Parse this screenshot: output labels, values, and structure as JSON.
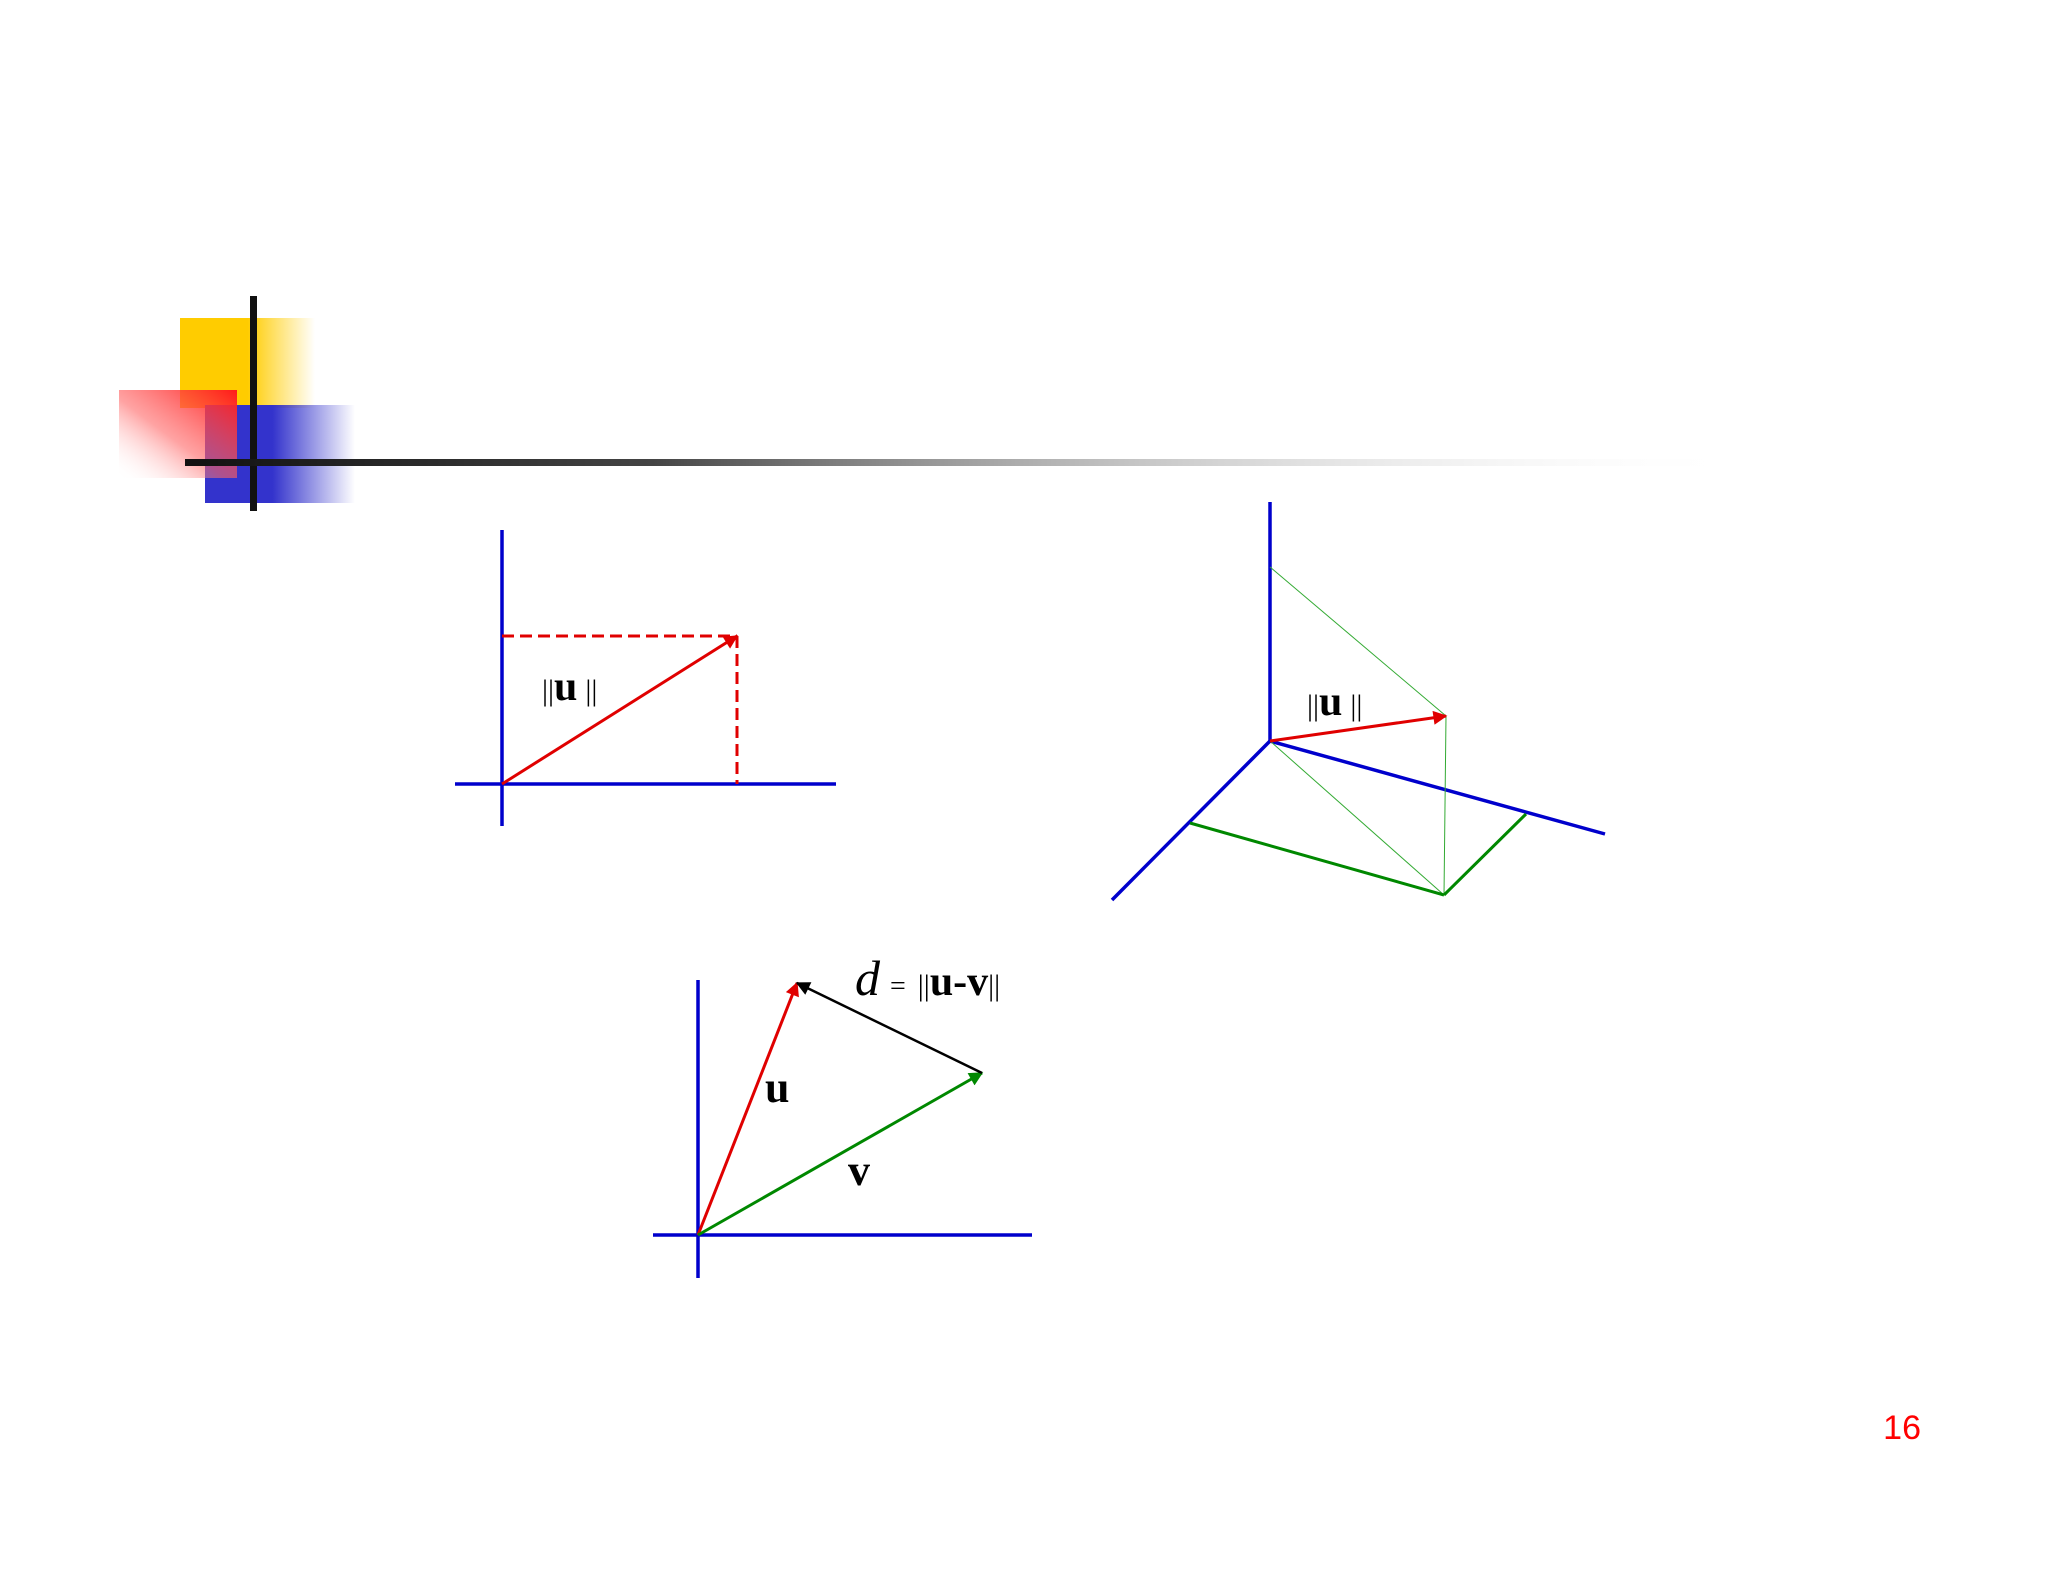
{
  "slide": {
    "page_number": "16"
  },
  "colors": {
    "axis": "#0000cc",
    "vector_u": "#e00000",
    "vector_v": "#008800",
    "difference": "#000000",
    "page_number": "#ff0000",
    "decor_yellow": "#ffcc00",
    "decor_red": "#ff2a2a",
    "decor_blue": "#3333cc"
  },
  "diagram_2d": {
    "norm_open": "||",
    "norm_vector": "u",
    "norm_close": "||"
  },
  "diagram_3d": {
    "norm_open": "||",
    "norm_vector": "u",
    "norm_close": "||"
  },
  "diagram_distance": {
    "distance_var": "d",
    "equals": "=",
    "norm_open": "||",
    "norm_expr": "u-v",
    "norm_close": "||",
    "label_u": "u",
    "label_v": "v"
  }
}
